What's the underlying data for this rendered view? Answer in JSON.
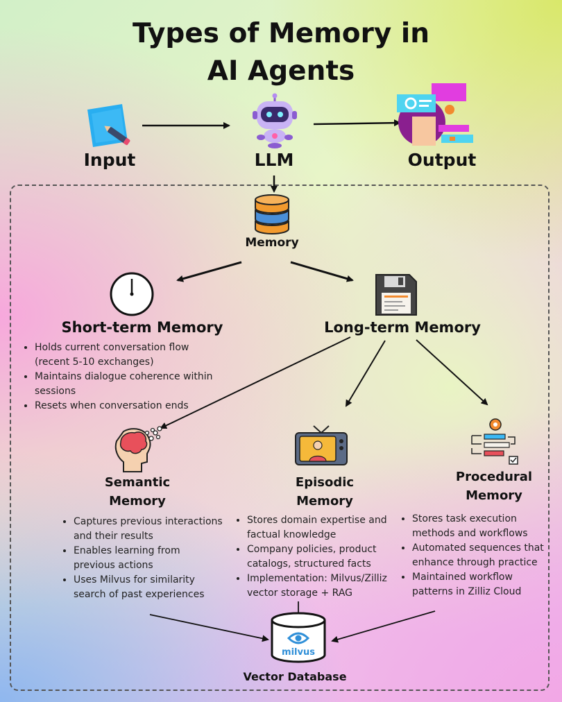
{
  "title_line1": "Types of Memory in",
  "title_line2": "AI Agents",
  "input_label": "Input",
  "llm_label": "LLM",
  "output_label": "Output",
  "memory_label": "Memory",
  "short_term": {
    "title": "Short-term Memory",
    "bullets": [
      "Holds current conversation flow",
      "(recent 5-10 exchanges)",
      "Maintains dialogue coherence within",
      "sessions",
      "Resets when conversation ends"
    ]
  },
  "long_term": {
    "title": "Long-term Memory"
  },
  "semantic": {
    "title_line1": "Semantic",
    "title_line2": "Memory",
    "bullets": [
      "Captures previous interactions",
      "and their results",
      "Enables learning from",
      "previous actions",
      "Uses Milvus for similarity",
      "search of past experiences"
    ]
  },
  "episodic": {
    "title_line1": "Episodic",
    "title_line2": "Memory",
    "bullets": [
      "Stores domain expertise and",
      "factual knowledge",
      "Company policies, product",
      "catalogs, structured facts",
      "Implementation: Milvus/Zilliz",
      "vector storage + RAG"
    ]
  },
  "procedural": {
    "title_line1": "Procedural",
    "title_line2": "Memory",
    "bullets": [
      "Stores task execution",
      "methods and workflows",
      "Automated sequences that",
      "enhance through practice",
      "Maintained workflow",
      "patterns in Zilliz Cloud"
    ]
  },
  "milvus_logo_text": "milvus",
  "vector_db_label": "Vector Database",
  "colors": {
    "database_orange": "#f29a2e",
    "database_blue": "#4a8fd8",
    "milvus_blue": "#2f8fd8",
    "robot_purple": "#8a5cd1",
    "tv_frame": "#5c6b86"
  }
}
